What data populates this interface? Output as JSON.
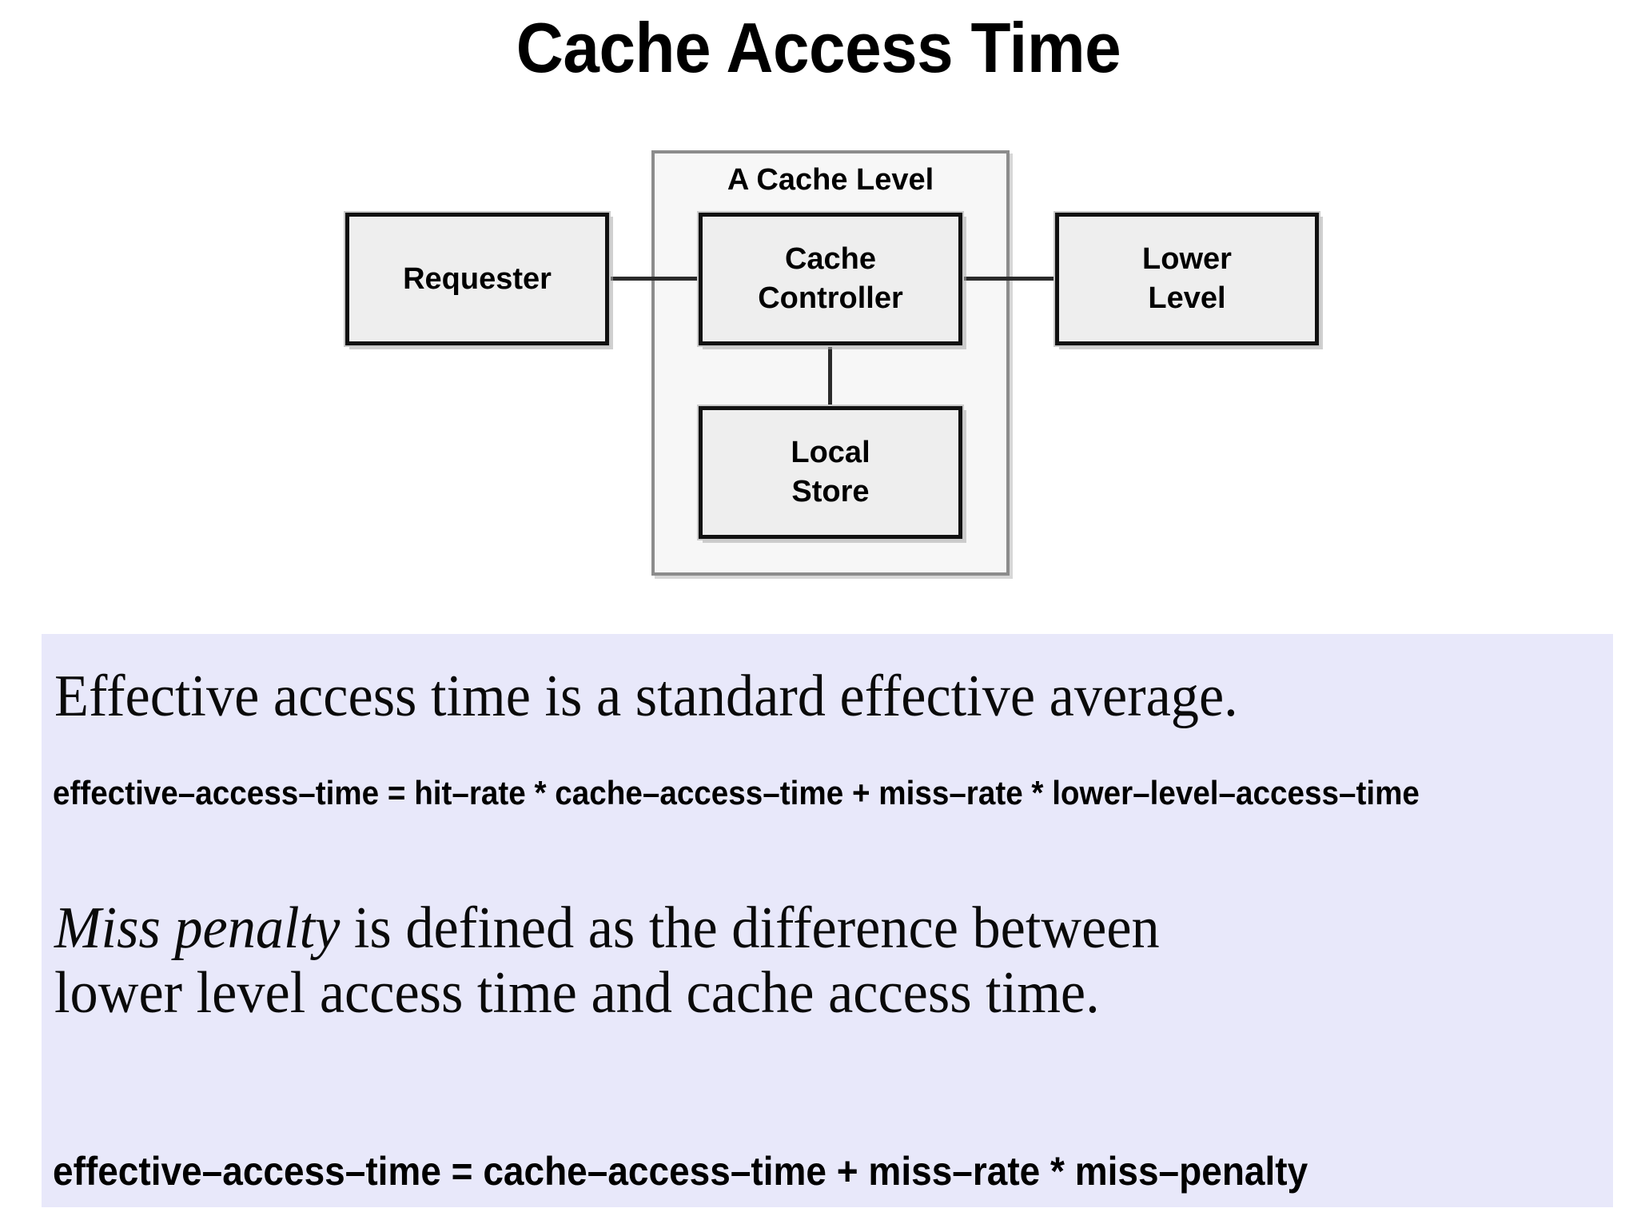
{
  "slide": {
    "title": "Cache Access Time",
    "background_color": "#ffffff"
  },
  "diagram": {
    "group_label": "A Cache Level",
    "boxes": [
      {
        "id": "requester",
        "label_line1": "Requester",
        "label_line2": ""
      },
      {
        "id": "controller",
        "label_line1": "Cache",
        "label_line2": "Controller"
      },
      {
        "id": "lower_level",
        "label_line1": "Lower",
        "label_line2": "Level"
      },
      {
        "id": "local_store",
        "label_line1": "Local",
        "label_line2": "Store"
      }
    ],
    "connectors": [
      {
        "from": "requester",
        "to": "controller"
      },
      {
        "from": "controller",
        "to": "lower_level"
      },
      {
        "from": "controller",
        "to": "local_store"
      }
    ],
    "box_fill": "#eeeeee",
    "box_border": "#111111",
    "group_fill": "#f7f7f7",
    "group_border": "#8c8c8c"
  },
  "content": {
    "panel_color": "#e8e8fa",
    "paragraph_1": "Effective access time is a standard effective average.",
    "formula_1": "effective–access–time = hit–rate * cache–access–time + miss–rate * lower–level–access–time",
    "paragraph_2_emphasis": "Miss penalty",
    "paragraph_2_rest": " is defined as the difference between",
    "paragraph_2_line2": "lower level access time and cache access time.",
    "formula_2": "effective–access–time = cache–access–time + miss–rate * miss–penalty"
  }
}
